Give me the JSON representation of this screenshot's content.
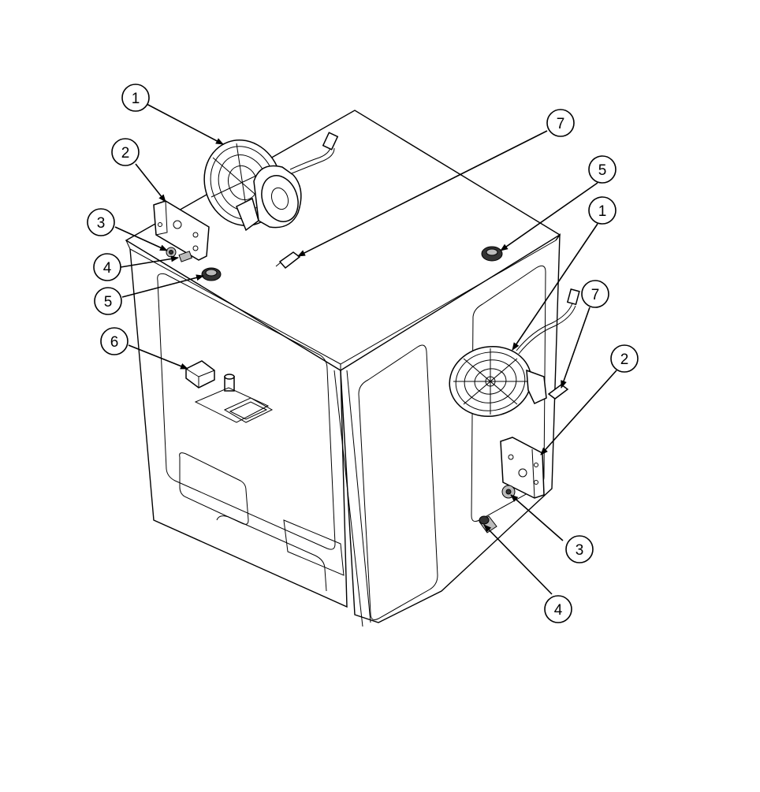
{
  "callouts": [
    {
      "label": "1"
    },
    {
      "label": "2"
    },
    {
      "label": "3"
    },
    {
      "label": "4"
    },
    {
      "label": "5"
    },
    {
      "label": "6"
    },
    {
      "label": "7"
    },
    {
      "label": "5"
    },
    {
      "label": "1"
    },
    {
      "label": "7"
    },
    {
      "label": "2"
    },
    {
      "label": "3"
    },
    {
      "label": "4"
    }
  ],
  "parts": {
    "fan": "fan-assembly",
    "bracket": "mounting-bracket",
    "nut": "nut",
    "bolt": "bolt",
    "grommet": "grommet",
    "switch": "switch",
    "connector": "connector"
  }
}
